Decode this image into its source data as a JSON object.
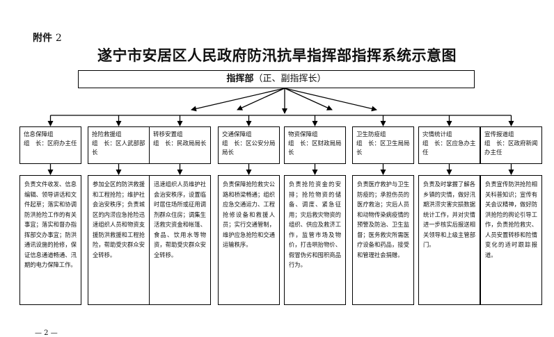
{
  "attachment": {
    "label": "附件",
    "number": "2"
  },
  "title": "遂宁市安居区人民政府防汛抗旱指挥部指挥系统示意图",
  "hq": {
    "label": "指挥部",
    "sub": "（正、副指挥长）"
  },
  "groups": [
    {
      "name": "信息保障组",
      "leader": "组　长：区府办主任",
      "duties": "负责文件收发、信息编辑、领导讲话和文件起草；落实和协调防洪抢险工作的有关事宜；落实和督办指挥部交办事宜；防洪通讯设施的抢修，保证信息通道畅通、汛期的电力保障工作。"
    },
    {
      "name": "抢险救援组",
      "leader": "组　长：区人武部部长",
      "duties": "参加全区的防洪救援和工程抢险；维护社会治安秩序；负责城区的内涝应急抢险迅速组织人员和物资支援防洪救援和工程抢险，帮助受灾群众安全转移。"
    },
    {
      "name": "转移安置组",
      "leader": "组　长：民政局局长",
      "duties": "迅速组织人员维护社会治安秩序，设置临时居住场所或征用调剂群众住房；调集生活救灾资金和帐篷、食品、饮用水等物资，帮助受灾群众安全转移。"
    },
    {
      "name": "交通保障组",
      "leader": "组　长：区公安分局局长",
      "duties": "负责保障抢险救灾公路和桥梁畅通；组织应急交通运力、工程抢修设备和救援人员；实行交通管制，维护应急抢险和交通运输秩序。"
    },
    {
      "name": "物资保障组",
      "leader": "组　长：区财政局局长",
      "duties": "负责抢险资金的安排；抢险物资的储备、调度、紧急征用；灾后救灾物资的组织、供应及救济工作，监管市场及物价，打击哄抬物价、假冒伪劣和囤积商品行为。"
    },
    {
      "name": "卫生防疫组",
      "leader": "组　长：区卫生局局长",
      "duties": "负责医疗救护与卫生防疫的；承担伤员的医疗救治；灾后人员和动物传染病疫情的预警及防治、卫生监督；医务救灾所需医疗设备和药品，接受和管理社会捐赠。"
    },
    {
      "name": "灾情统计组",
      "leader": "组　长：区应急办主任",
      "duties": "负责及时掌握了解各乡镇的灾情，做好汛期洪涝灾害灾损数据统计工作，并对灾情进一步核实后报送相关领导和上级主管部门。"
    },
    {
      "name": "宣传报道组",
      "leader": "组　长：区政府新闻办主任",
      "duties": "负责宣传防洪抢险相关科普知识；宣传有关会议精神，做好防洪抢险的舆论引导工作，负责抢险救灾、人员安置转移和险情变化的适时跟踪报道。"
    }
  ],
  "page_number": "— 2 —"
}
